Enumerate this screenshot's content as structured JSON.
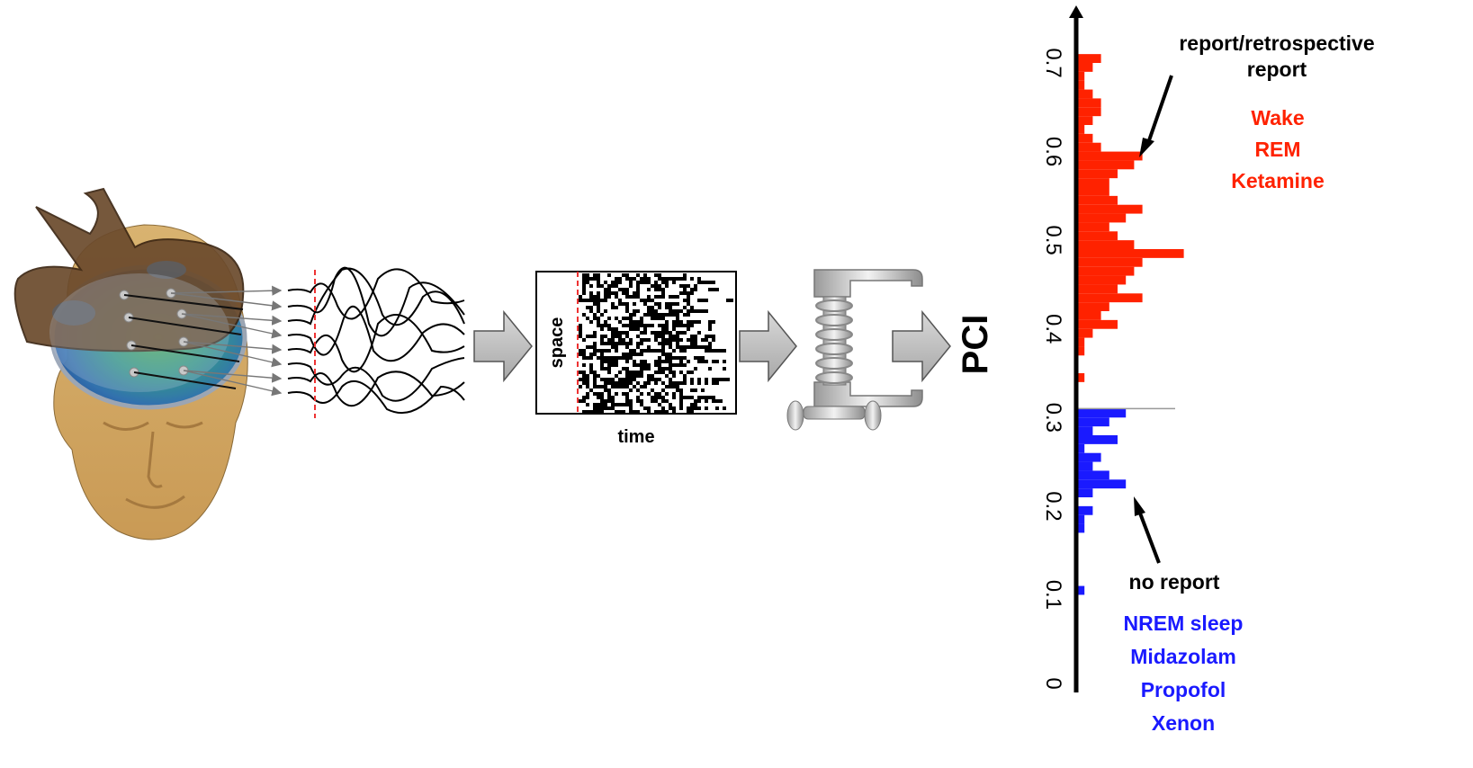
{
  "pipeline": {
    "raster_y_label": "space",
    "raster_x_label": "time",
    "output_label": "PCI"
  },
  "histogram": {
    "axis_ticks": [
      "0",
      "0.1",
      "0.2",
      "0.3",
      "0.4",
      "0.5",
      "0.6",
      "0.7"
    ],
    "report_title_line1": "report/retrospective",
    "report_title_line2": "report",
    "report_conditions": [
      "Wake",
      "REM",
      "Ketamine"
    ],
    "no_report_title": "no report",
    "no_report_conditions": [
      "NREM sleep",
      "Midazolam",
      "Propofol",
      "Xenon"
    ],
    "colors": {
      "report": "#ff2200",
      "no_report": "#1a1aff",
      "axis": "#000000"
    }
  },
  "chart_data": {
    "type": "bar",
    "orientation": "horizontal",
    "axis_range": [
      0,
      0.75
    ],
    "threshold": 0.31,
    "series": [
      {
        "values": [
          {
            "pci": 0.705,
            "count": 3
          },
          {
            "pci": 0.695,
            "count": 2
          },
          {
            "pci": 0.685,
            "count": 1
          },
          {
            "pci": 0.675,
            "count": 1
          },
          {
            "pci": 0.665,
            "count": 2
          },
          {
            "pci": 0.655,
            "count": 3
          },
          {
            "pci": 0.645,
            "count": 3
          },
          {
            "pci": 0.635,
            "count": 2
          },
          {
            "pci": 0.625,
            "count": 1
          },
          {
            "pci": 0.615,
            "count": 2
          },
          {
            "pci": 0.605,
            "count": 3
          },
          {
            "pci": 0.595,
            "count": 8
          },
          {
            "pci": 0.585,
            "count": 7
          },
          {
            "pci": 0.575,
            "count": 5
          },
          {
            "pci": 0.565,
            "count": 4
          },
          {
            "pci": 0.555,
            "count": 4
          },
          {
            "pci": 0.545,
            "count": 5
          },
          {
            "pci": 0.535,
            "count": 8
          },
          {
            "pci": 0.525,
            "count": 6
          },
          {
            "pci": 0.515,
            "count": 4
          },
          {
            "pci": 0.505,
            "count": 5
          },
          {
            "pci": 0.495,
            "count": 7
          },
          {
            "pci": 0.485,
            "count": 13
          },
          {
            "pci": 0.475,
            "count": 8
          },
          {
            "pci": 0.465,
            "count": 7
          },
          {
            "pci": 0.455,
            "count": 6
          },
          {
            "pci": 0.445,
            "count": 5
          },
          {
            "pci": 0.435,
            "count": 8
          },
          {
            "pci": 0.425,
            "count": 4
          },
          {
            "pci": 0.415,
            "count": 3
          },
          {
            "pci": 0.405,
            "count": 5
          },
          {
            "pci": 0.395,
            "count": 2
          },
          {
            "pci": 0.385,
            "count": 1
          },
          {
            "pci": 0.375,
            "count": 1
          },
          {
            "pci": 0.345,
            "count": 1
          }
        ]
      },
      {
        "values": [
          {
            "pci": 0.305,
            "count": 6
          },
          {
            "pci": 0.295,
            "count": 4
          },
          {
            "pci": 0.285,
            "count": 2
          },
          {
            "pci": 0.275,
            "count": 5
          },
          {
            "pci": 0.265,
            "count": 1
          },
          {
            "pci": 0.255,
            "count": 3
          },
          {
            "pci": 0.245,
            "count": 2
          },
          {
            "pci": 0.235,
            "count": 4
          },
          {
            "pci": 0.225,
            "count": 6
          },
          {
            "pci": 0.215,
            "count": 2
          },
          {
            "pci": 0.195,
            "count": 2
          },
          {
            "pci": 0.185,
            "count": 1
          },
          {
            "pci": 0.175,
            "count": 1
          },
          {
            "pci": 0.105,
            "count": 1
          }
        ]
      }
    ]
  }
}
